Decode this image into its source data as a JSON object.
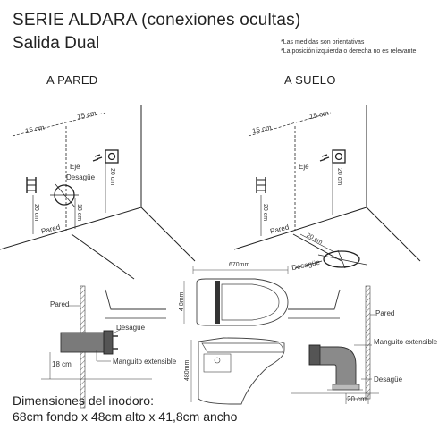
{
  "header": {
    "title": "SERIE ALDARA (conexiones ocultas)",
    "subtitle": "Salida Dual",
    "note_1": "*Las medidas son orientativas",
    "note_2": "*La posición izquierda o derecha no es relevante."
  },
  "wall_view": {
    "heading": "A PARED",
    "dim_left": "15 cm",
    "dim_right": "15 cm",
    "axis_label": "Eje",
    "drain_label": "Desagüe",
    "dim_socket_height": "20 cm",
    "dim_valve_height": "20 cm",
    "dim_drain_height": "18 cm",
    "wall_label": "Pared"
  },
  "floor_view": {
    "heading": "A SUELO",
    "dim_left": "15 cm",
    "dim_right": "15 cm",
    "axis_label": "Eje",
    "dim_socket_height": "20 cm",
    "dim_valve_height": "20 cm",
    "wall_label": "Pared",
    "dim_drain_distance": "20 cm",
    "drain_label": "Desagüe"
  },
  "toilet": {
    "width_label": "670mm",
    "depth_label": "480mm",
    "small_label": "4 8mm"
  },
  "wall_section": {
    "wall_label": "Pared",
    "drain_label": "Desagüe",
    "height_label": "18 cm",
    "sleeve_label": "Manguito extensible"
  },
  "floor_section": {
    "wall_label": "Pared",
    "sleeve_label": "Manguito extensible",
    "drain_label": "Desagüe",
    "distance_label": "20 cm"
  },
  "footer": {
    "line_1": "Dimensiones del inodoro:",
    "line_2": "68cm fondo x 48cm alto x 41,8cm ancho"
  }
}
